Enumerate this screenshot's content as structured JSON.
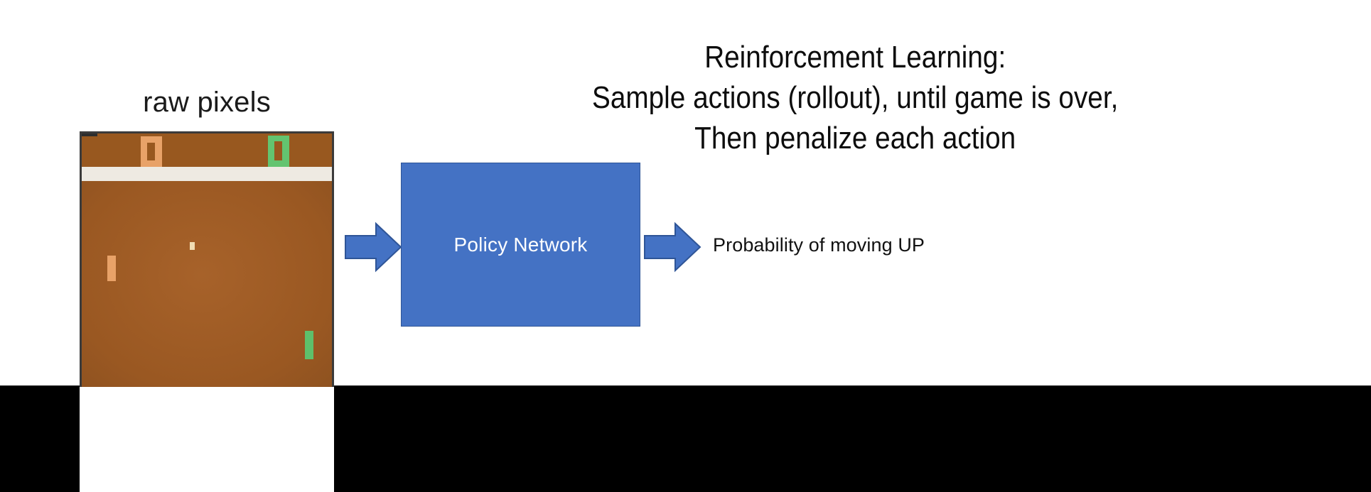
{
  "slide": {
    "background_color": "#ffffff",
    "bottom_bar_color": "#000000"
  },
  "game_panel": {
    "caption": "raw pixels",
    "field_color": "#9c5a23",
    "divider_color": "#eeeae2",
    "border_color": "#3b3b3b",
    "score_left": {
      "value": "0",
      "color": "#e8a268",
      "side": "left"
    },
    "score_right": {
      "value": "0",
      "color": "#63c470",
      "side": "right"
    },
    "paddle_left": {
      "label": "left-paddle",
      "color": "#e8a268"
    },
    "paddle_right": {
      "label": "right-paddle",
      "color": "#5ec06b"
    },
    "ball": {
      "label": "ball",
      "color": "#f0ddb4"
    }
  },
  "diagram": {
    "input_arrow": {
      "label": "input-arrow",
      "direction": "right",
      "color": "#4472c4"
    },
    "policy_box": {
      "label": "Policy Network",
      "fill_color": "#4472c4",
      "text_color": "#ffffff",
      "border_color": "#2f5597"
    },
    "output_arrow": {
      "label": "output-arrow",
      "direction": "right",
      "color": "#4472c4"
    },
    "output_label": "Probability of moving UP"
  },
  "heading": {
    "lines": [
      "Reinforcement Learning:",
      "Sample actions (rollout), until game is over,",
      "Then penalize each action"
    ],
    "line1": "Reinforcement Learning:",
    "line2": "Sample actions (rollout), until game is over,",
    "line3": "Then penalize each action",
    "color": "#0d0d0d"
  }
}
